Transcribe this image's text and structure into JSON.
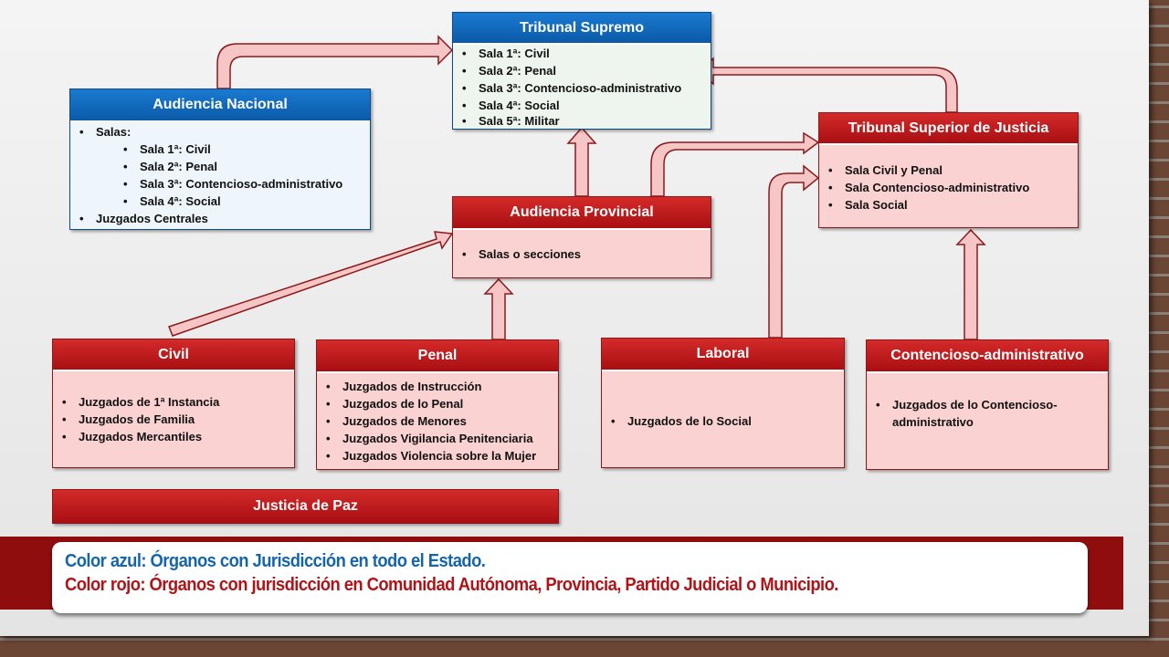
{
  "colors": {
    "red": "#b01418",
    "blue": "#0b62b8",
    "legend_blue": "#1565a8",
    "legend_red": "#b01418"
  },
  "tribunal_supremo": {
    "title": "Tribunal Supremo",
    "items": [
      "Sala 1ª: Civil",
      "Sala 2ª: Penal",
      "Sala 3ª: Contencioso-administrativo",
      "Sala 4ª: Social",
      "Sala 5ª: Militar"
    ]
  },
  "audiencia_nacional": {
    "title": "Audiencia Nacional",
    "salas_label": "Salas:",
    "salas": [
      "Sala 1ª: Civil",
      "Sala 2ª: Penal",
      "Sala 3ª: Contencioso-administrativo",
      "Sala 4ª: Social"
    ],
    "juzgados": "Juzgados Centrales"
  },
  "tsj": {
    "title": "Tribunal Superior de Justicia",
    "items": [
      "Sala Civil y Penal",
      "Sala Contencioso-administrativo",
      "Sala Social"
    ]
  },
  "audiencia_provincial": {
    "title": "Audiencia Provincial",
    "items": [
      "Salas o secciones"
    ]
  },
  "civil": {
    "title": "Civil",
    "items": [
      "Juzgados de 1ª Instancia",
      "Juzgados de Familia",
      "Juzgados Mercantiles"
    ]
  },
  "penal": {
    "title": "Penal",
    "items": [
      "Juzgados de Instrucción",
      "Juzgados de lo Penal",
      "Juzgados de Menores",
      "Juzgados Vigilancia Penitenciaria",
      "Juzgados Violencia sobre la Mujer"
    ]
  },
  "laboral": {
    "title": "Laboral",
    "items": [
      "Juzgados de lo Social"
    ]
  },
  "contencioso": {
    "title": "Contencioso-administrativo",
    "items": [
      "Juzgados de lo Contencioso-administrativo"
    ]
  },
  "justicia_paz": {
    "title": "Justicia de Paz"
  },
  "legend": {
    "blue": "Color azul: Órganos con Jurisdicción en todo el Estado.",
    "red": "Color rojo: Órganos con jurisdicción en  Comunidad Autónoma, Provincia, Partido Judicial o Municipio."
  }
}
